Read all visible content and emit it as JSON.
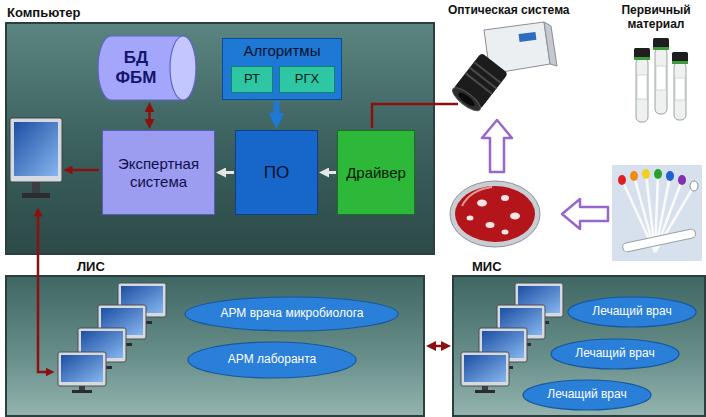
{
  "diagram": {
    "nodes": [
      {
        "text": [
          "Компьютер"
        ]
      },
      {
        "text": [
          "БД ФБМ"
        ],
        "in": 0
      },
      {
        "text": [
          "Алгоритмы"
        ],
        "in": 0
      },
      {
        "text": [
          "РТ"
        ],
        "in": 2
      },
      {
        "text": [
          "РГХ"
        ],
        "in": 2
      },
      {
        "text": [
          "Экспертная система"
        ],
        "in": 0
      },
      {
        "text": [
          "ПО"
        ],
        "in": 0
      },
      {
        "text": [
          "Драйвер"
        ],
        "in": 0
      },
      {
        "text": [
          "ЛИС"
        ]
      },
      {
        "text": [
          "АРМ врача микробиолога"
        ],
        "in": 8
      },
      {
        "text": [
          "АРМ лаборанта"
        ],
        "in": 8
      },
      {
        "text": [
          "МИС"
        ]
      },
      {
        "text": [
          "Лечащий врач"
        ],
        "in": 11
      },
      {
        "text": [
          "Лечащий врач"
        ],
        "in": 11
      },
      {
        "text": [
          "Лечащий врач"
        ],
        "in": 11
      }
    ],
    "edges": [
      {
        "from": 1,
        "to": 5,
        "arrow": "both"
      },
      {
        "from": 2,
        "to": 6,
        "arrow": "to"
      },
      {
        "from": 7,
        "to": 6,
        "arrow": "to"
      },
      {
        "from": 6,
        "to": 5,
        "arrow": "to"
      },
      {
        "from": 8,
        "to": 11,
        "arrow": "both"
      }
    ],
    "labels": [
      "Оптическая система",
      "Первичный материал"
    ]
  }
}
